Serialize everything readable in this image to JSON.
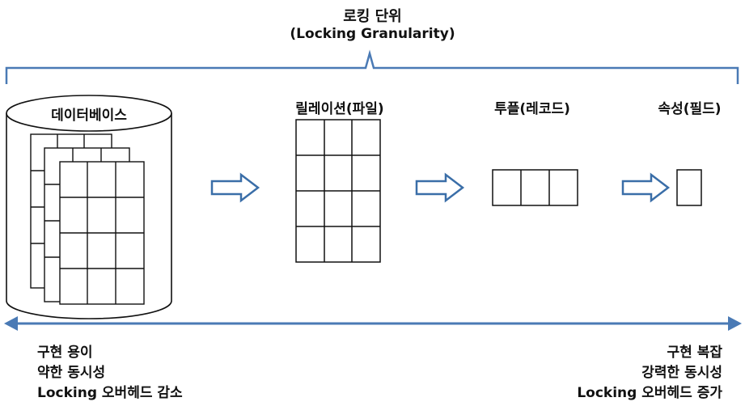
{
  "title": {
    "korean": "로킹 단위",
    "english": "(Locking Granularity)"
  },
  "levels": [
    {
      "label": "데이터베이스"
    },
    {
      "label": "릴레이션(파일)"
    },
    {
      "label": "투플(레코드)"
    },
    {
      "label": "속성(필드)"
    }
  ],
  "left_notes": [
    "구현 용이",
    "약한 동시성",
    "Locking 오버헤드 감소"
  ],
  "right_notes": [
    "구현 복잡",
    "강력한 동시성",
    "Locking 오버헤드 증가"
  ],
  "colors": {
    "accent": "#4a7ab5",
    "arrow_outline": "#3a6ea8",
    "line": "#111111"
  }
}
